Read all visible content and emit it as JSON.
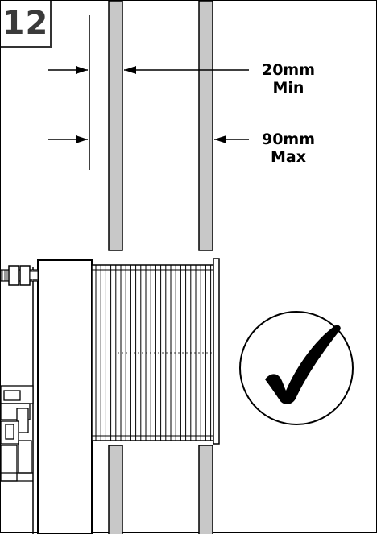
{
  "step": {
    "number": "12"
  },
  "dimensions": {
    "min": {
      "value": "20mm",
      "qualifier": "Min"
    },
    "max": {
      "value": "90mm",
      "qualifier": "Max"
    }
  },
  "status": {
    "icon": "checkmark-icon",
    "meaning": "correct-installation"
  },
  "colors": {
    "wall": "#c8c8c8",
    "line": "#000000",
    "step_text": "#3a3a3a"
  }
}
